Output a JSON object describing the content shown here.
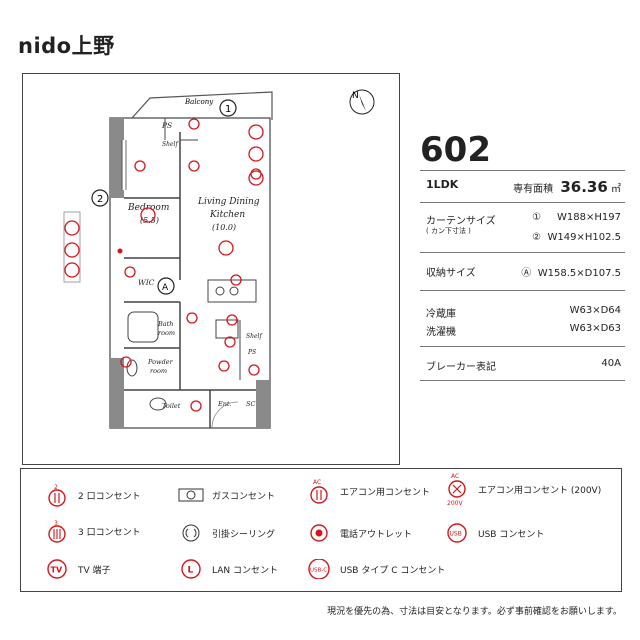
{
  "title": "nido上野",
  "unit": {
    "number": "602",
    "type": "1LDK",
    "area_label": "専有面積",
    "area_value": "36.36",
    "area_unit": "㎡",
    "curtain_label": "カーテンサイズ",
    "curtain_note": "( カン下寸法 )",
    "curtain_1_mark": "①",
    "curtain_1": "W188×H197",
    "curtain_2_mark": "②",
    "curtain_2": "W149×H102.5",
    "storage_label": "収納サイズ",
    "storage_mark": "Ⓐ",
    "storage": "W158.5×D107.5",
    "fridge_label": "冷蔵庫",
    "fridge": "W63×D64",
    "washer_label": "洗濯機",
    "washer": "W63×D63",
    "breaker_label": "ブレーカー表記",
    "breaker": "40A"
  },
  "plan": {
    "balcony": "Balcony",
    "ps1": "PS",
    "shelf1": "Shelf",
    "bedroom": "Bedroom",
    "bedroom_size": "(5.5)",
    "ldk_1": "Living Dining",
    "ldk_2": "Kitchen",
    "ldk_size": "(10.0)",
    "wic": "WIC",
    "mark_a": "A",
    "bath_1": "Bath",
    "bath_2": "room",
    "powder_1": "Powder",
    "powder_2": "room",
    "shelf2": "Shelf",
    "ps2": "PS",
    "toilet": "Toilet",
    "ent": "Ent.",
    "sc": "SC",
    "mark_1": "1",
    "mark_2": "2",
    "compass": "N"
  },
  "legend": [
    {
      "icon": "outlet-2-icon",
      "label": "2 口コンセント"
    },
    {
      "icon": "gas-outlet-icon",
      "label": "ガスコンセント"
    },
    {
      "icon": "ac-outlet-icon",
      "label": "エアコン用コンセント"
    },
    {
      "icon": "ac-outlet-200v-icon",
      "label": "エアコン用コンセント (200V)"
    },
    {
      "icon": "outlet-3-icon",
      "label": "3 口コンセント"
    },
    {
      "icon": "ceiling-hook-icon",
      "label": "引掛シーリング"
    },
    {
      "icon": "phone-outlet-icon",
      "label": "電話アウトレット"
    },
    {
      "icon": "usb-outlet-icon",
      "label": "USB コンセント"
    },
    {
      "icon": "tv-terminal-icon",
      "label": "TV 端子"
    },
    {
      "icon": "lan-outlet-icon",
      "label": "LAN コンセント"
    },
    {
      "icon": "usb-c-outlet-icon",
      "label": "USB タイプ C コンセント"
    }
  ],
  "legend_glyphs": {
    "num2": "2",
    "num3": "3",
    "ac": "AC",
    "v200": "200V",
    "usb": "USB",
    "usbc": "USB-C",
    "tv": "TV",
    "lan": "L"
  },
  "footer": "現況を優先の為、寸法は目安となります。必ず事前確認をお願いします。",
  "colors": {
    "accent": "#d4161c",
    "wall": "#8a8a8a"
  }
}
